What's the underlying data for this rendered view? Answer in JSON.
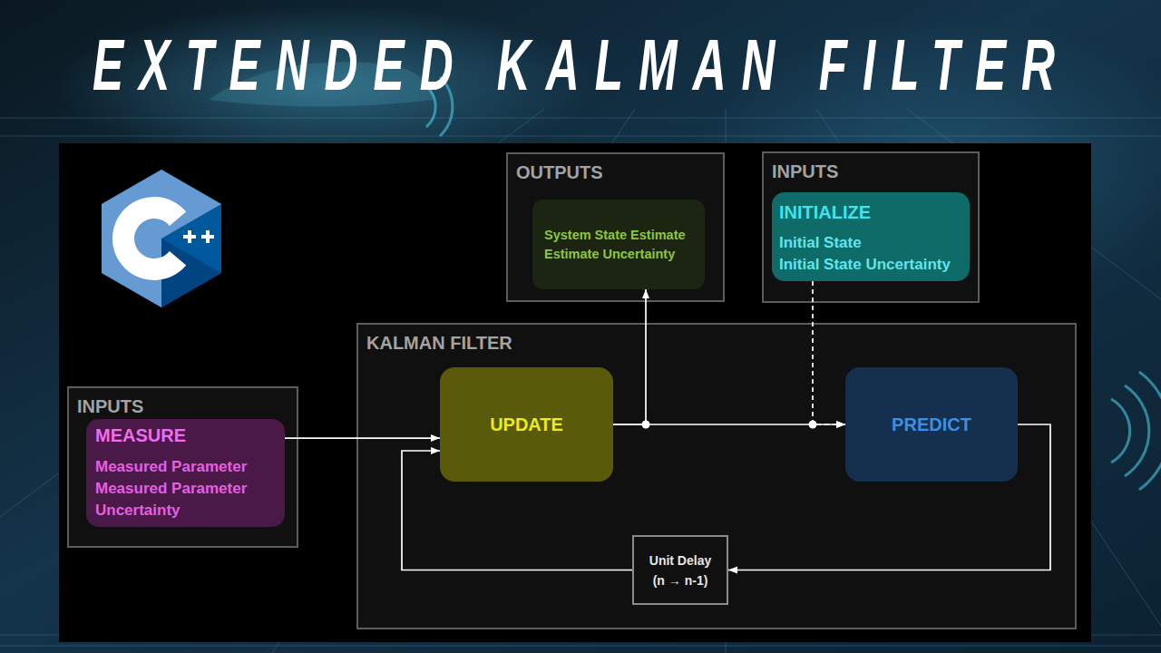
{
  "diagram": {
    "title": "EXTENDED KALMAN FILTER",
    "nodes": [
      {
        "text": [
          "OUTPUTS"
        ]
      },
      {
        "text": [
          "System State Estimate",
          "Estimate Uncertainty"
        ],
        "in": 0
      },
      {
        "text": [
          "INPUTS"
        ]
      },
      {
        "text": [
          "INITIALIZE",
          "Initial State",
          "Initial State Uncertainty"
        ],
        "in": 2
      },
      {
        "text": [
          "INPUTS"
        ]
      },
      {
        "text": [
          "MEASURE",
          "Measured Parameter",
          "Measured Parameter Uncertainty"
        ],
        "in": 4
      },
      {
        "text": [
          "KALMAN FILTER"
        ]
      },
      {
        "text": [
          "UPDATE"
        ],
        "in": 6
      },
      {
        "text": [
          "PREDICT"
        ],
        "in": 6
      },
      {
        "text": [
          "Unit Delay (n → n-1)"
        ],
        "in": 6
      }
    ],
    "edges": [
      {
        "from": 5,
        "to": 7,
        "arrow": "to"
      },
      {
        "from": 7,
        "to": 8,
        "arrow": "to"
      },
      {
        "from": 7,
        "to": 1,
        "arrow": "to"
      },
      {
        "from": 3,
        "to": 8,
        "arrow": "to"
      },
      {
        "from": 8,
        "to": 9,
        "arrow": "to"
      },
      {
        "from": 9,
        "to": 7,
        "arrow": "to"
      }
    ]
  }
}
